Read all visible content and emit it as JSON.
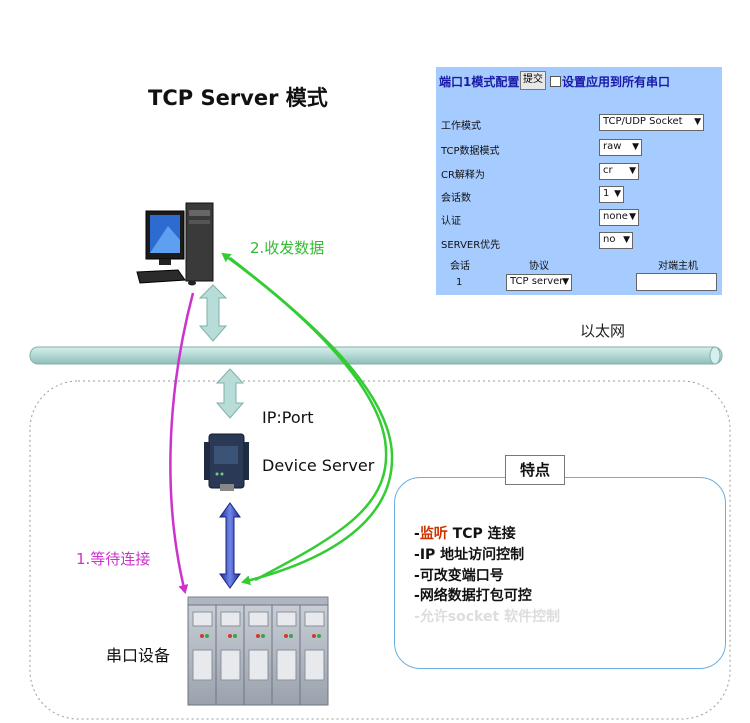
{
  "title": "TCP Server 模式",
  "labels": {
    "ethernet": "以太网",
    "ip_port": "IP:Port",
    "device_server": "Device Server",
    "serial_device": "串口设备",
    "step1": "1.等待连接",
    "step2": "2.收发数据",
    "features_title": "特点"
  },
  "config_panel": {
    "header": "端口1模式配置",
    "submit_label": "提交",
    "apply_all_label": "设置应用到所有串口",
    "rows": [
      {
        "label": "工作模式",
        "value": "TCP/UDP Socket"
      },
      {
        "label": "TCP数据模式",
        "value": "raw"
      },
      {
        "label": "CR解释为",
        "value": "cr"
      },
      {
        "label": "会话数",
        "value": "1"
      },
      {
        "label": "认证",
        "value": "none"
      },
      {
        "label": "SERVER优先",
        "value": "no"
      }
    ],
    "columns": {
      "session": "会话",
      "protocol": "协议",
      "remote_host": "对端主机"
    },
    "session_row": {
      "session": "1",
      "protocol": "TCP server",
      "remote_host": ""
    }
  },
  "features": [
    {
      "prefix": "-",
      "highlight": "监听",
      "rest": " TCP 连接"
    },
    {
      "prefix": "-",
      "highlight": "",
      "rest": "IP 地址访问控制"
    },
    {
      "prefix": "-",
      "highlight": "",
      "rest": "可改变端口号"
    },
    {
      "prefix": "-",
      "highlight": "",
      "rest": "网络数据打包可控"
    },
    {
      "prefix": "-",
      "highlight": "",
      "rest": "允许socket 软件控制"
    }
  ],
  "colors": {
    "panel_bg": "#a6cbff",
    "step1_arrow": "#cc33cc",
    "step2_arrow": "#33cc33",
    "ethernet_bar": "#b5dad6",
    "link_arrow": "#9cc9c4",
    "serial_link": "#3344cc",
    "feature_highlight": "#cc3300"
  }
}
